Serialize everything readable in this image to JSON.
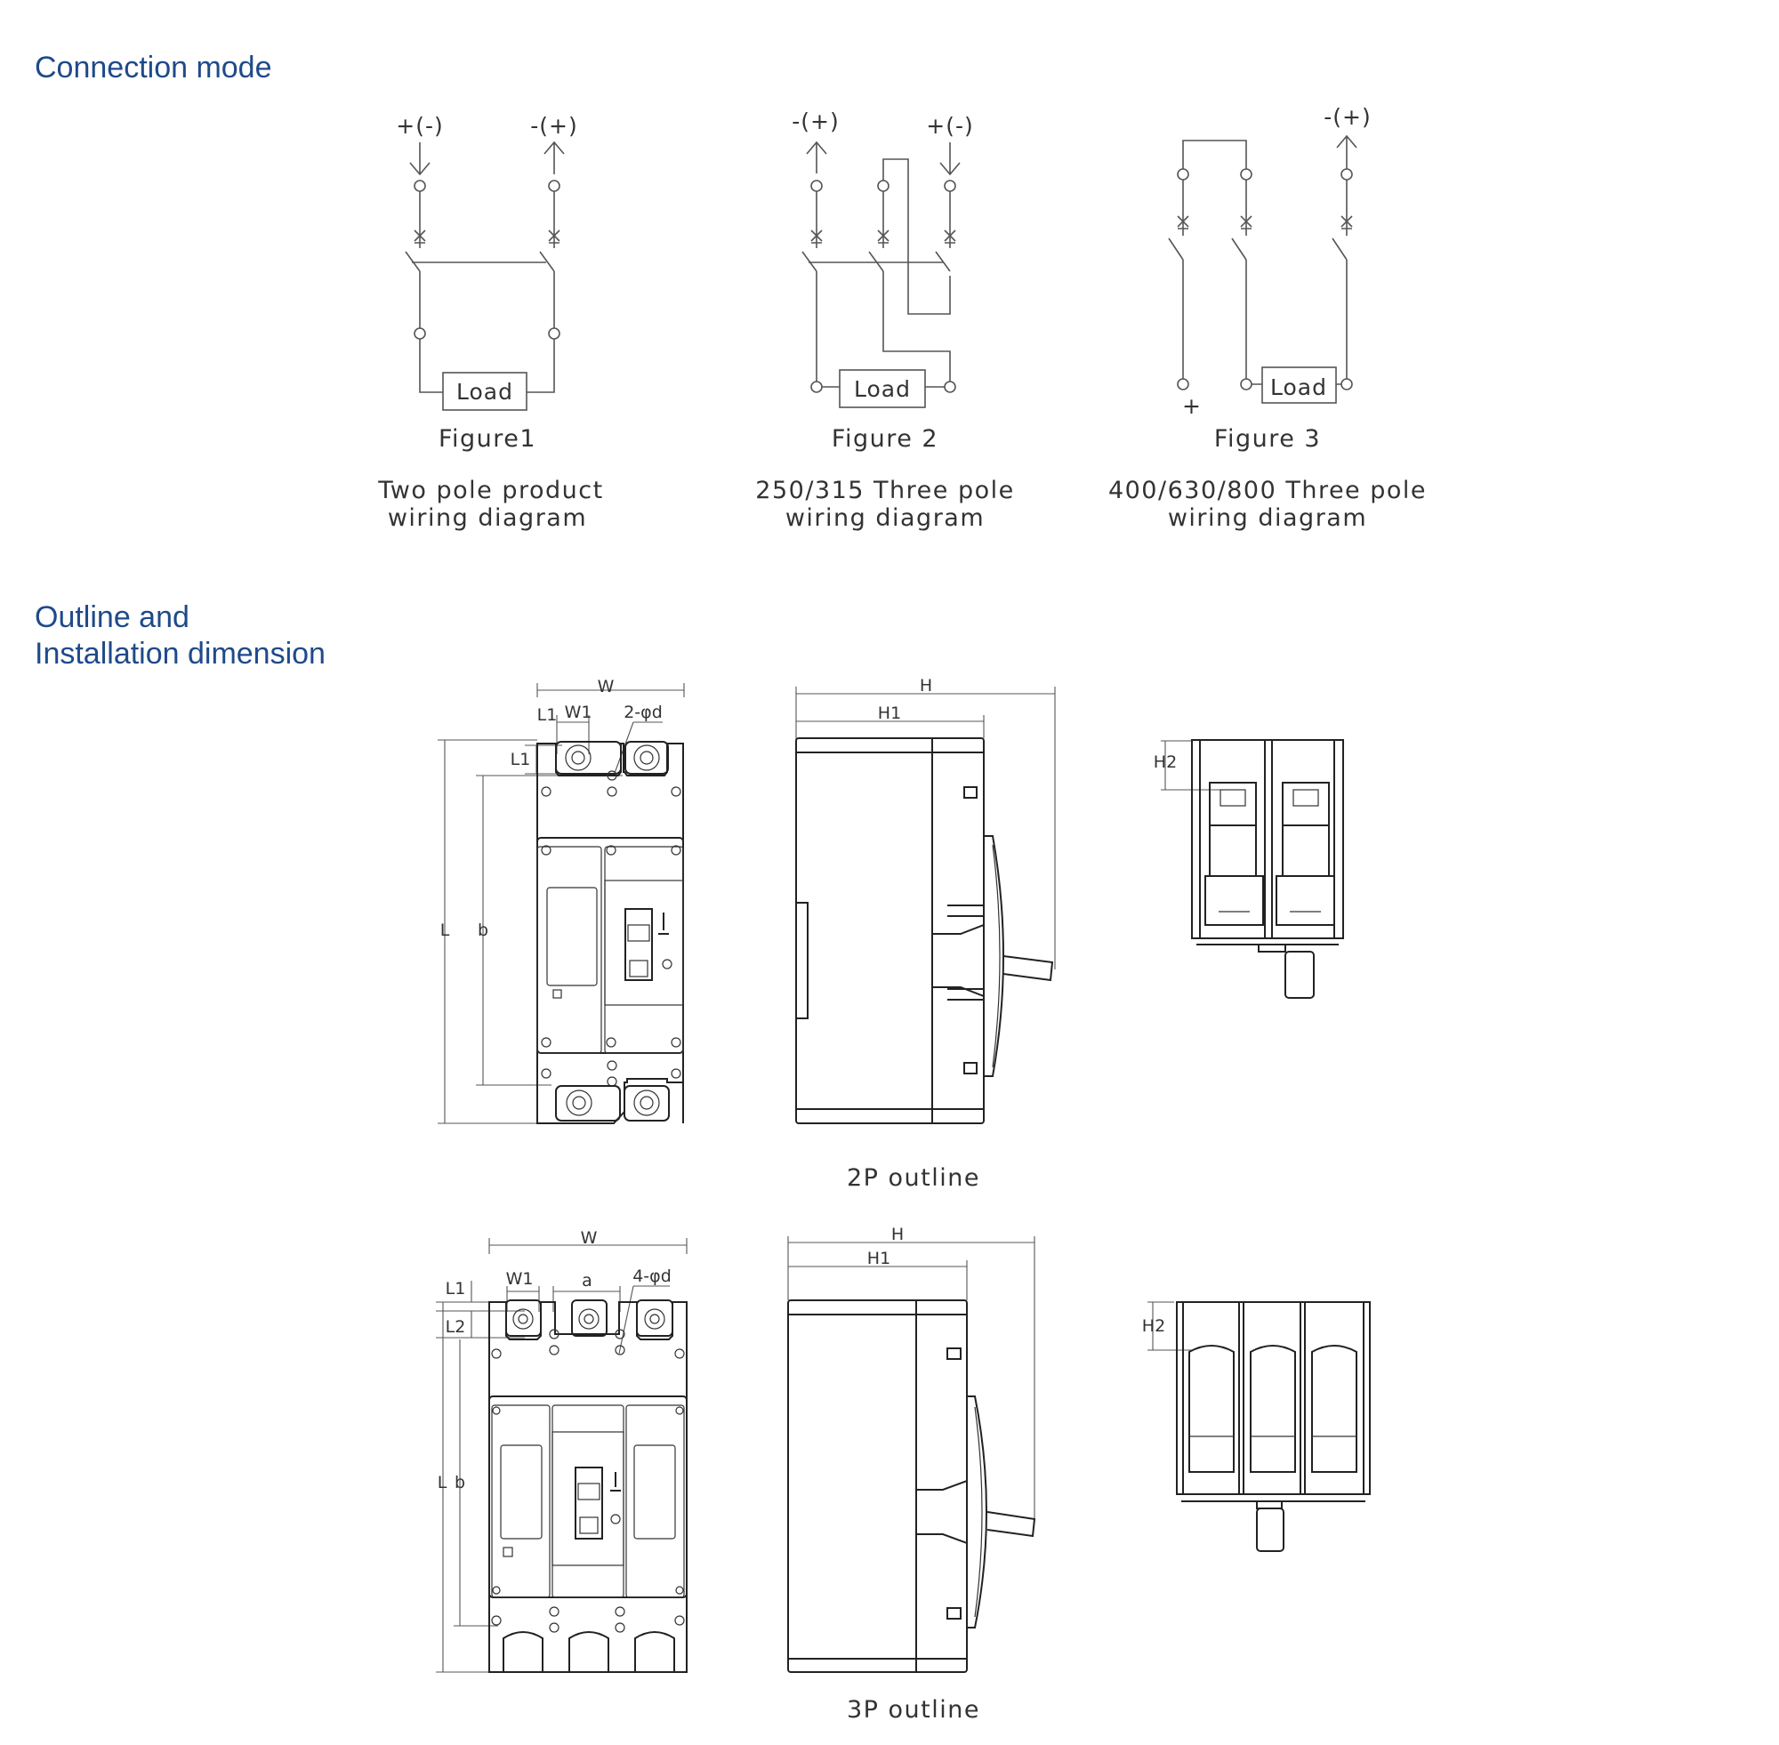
{
  "sections": {
    "connection_title": "Connection mode",
    "outline_title_line1": "Outline and",
    "outline_title_line2": "Installation dimension"
  },
  "figures": [
    {
      "label": "Figure1",
      "desc_line1": "Two pole product",
      "desc_line2": "wiring diagram",
      "terminal_left": "+(-)",
      "terminal_right": "-(+)",
      "load": "Load"
    },
    {
      "label": "Figure 2",
      "desc_line1": "250/315 Three pole",
      "desc_line2": "wiring diagram",
      "terminal_left": "-(+)",
      "terminal_right": "+(-)",
      "load": "Load"
    },
    {
      "label": "Figure 3",
      "desc_line1": "400/630/800 Three pole",
      "desc_line2": "wiring diagram",
      "terminal_right": "-(+)",
      "terminal_bottom": "+",
      "load": "Load"
    }
  ],
  "outlines": [
    {
      "caption": "2P outline",
      "dims": {
        "W": "W",
        "W1": "W1",
        "L1a": "L1",
        "L1b": "L1",
        "hole": "2-φd",
        "L": "L",
        "b": "b",
        "H": "H",
        "H1": "H1",
        "H2": "H2"
      }
    },
    {
      "caption": "3P outline",
      "dims": {
        "W": "W",
        "W1": "W1",
        "a": "a",
        "hole": "4-φd",
        "L1": "L1",
        "L2": "L2",
        "L": "L",
        "b": "b",
        "H": "H",
        "H1": "H1",
        "H2": "H2"
      }
    }
  ]
}
